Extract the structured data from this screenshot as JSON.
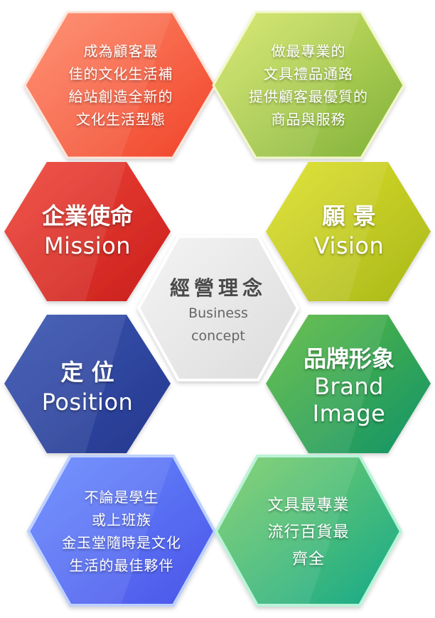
{
  "diagram": {
    "center": {
      "title": "經營理念",
      "subtitle_line1": "Business",
      "subtitle_line2": "concept"
    },
    "hexagons": {
      "top_left": {
        "lines": [
          "成為顧客最",
          "佳的文化生活補",
          "給站創造全新的",
          "文化生活型態"
        ],
        "colors": [
          "#ff8a6a",
          "#f0442a"
        ]
      },
      "top_right": {
        "lines": [
          "做最專業的",
          "文具禮品通路",
          "提供顧客最優質的",
          "商品與服務"
        ],
        "colors": [
          "#d8e86a",
          "#7fb13a"
        ]
      },
      "mission": {
        "title": "企業使命",
        "subtitle": "Mission",
        "colors": [
          "#f0463a",
          "#c91f1c"
        ]
      },
      "vision": {
        "title": "願 景",
        "subtitle": "Vision",
        "colors": [
          "#dfe02a",
          "#a8b81c"
        ]
      },
      "position": {
        "title": "定 位",
        "subtitle": "Position",
        "colors": [
          "#3a56b3",
          "#25388e"
        ]
      },
      "brand_image": {
        "title": "品牌形象",
        "subtitle_line1": "Brand",
        "subtitle_line2": "Image",
        "colors": [
          "#5dbb3e",
          "#13946a"
        ]
      },
      "bottom_left": {
        "lines": [
          "不論是學生",
          "或上班族",
          "金玉堂隨時是文化",
          "生活的最佳夥伴"
        ],
        "colors": [
          "#6a8cff",
          "#4a55e8"
        ]
      },
      "bottom_right": {
        "lines": [
          "文具最專業",
          "流行百貨最",
          "齊全"
        ],
        "colors": [
          "#7fd06a",
          "#16a98a"
        ]
      }
    }
  }
}
